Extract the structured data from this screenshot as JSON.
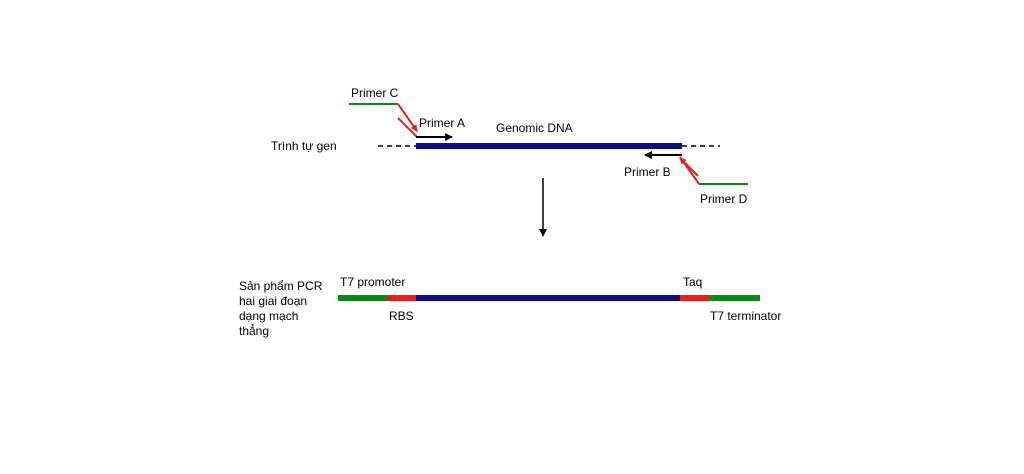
{
  "labels": {
    "primer_c": "Primer C",
    "primer_a": "Primer A",
    "genomic_dna": "Genomic DNA",
    "gene_sequence": "Trình tự gen",
    "primer_b": "Primer B",
    "primer_d": "Primer D",
    "pcr_product_lines": [
      "Sản phẩm PCR",
      "hai giai đoạn",
      "dạng mạch",
      "thẳng"
    ],
    "t7_promoter": "T7 promoter",
    "taq": "Taq",
    "rbs": "RBS",
    "t7_terminator": "T7 terminator"
  },
  "colors": {
    "dna": "#0f0f82",
    "primer_tail": "#0a8a14",
    "rbs_segment": "#ee1c1c",
    "primer_link": "#ee1c1c",
    "arrow": "#000000"
  }
}
